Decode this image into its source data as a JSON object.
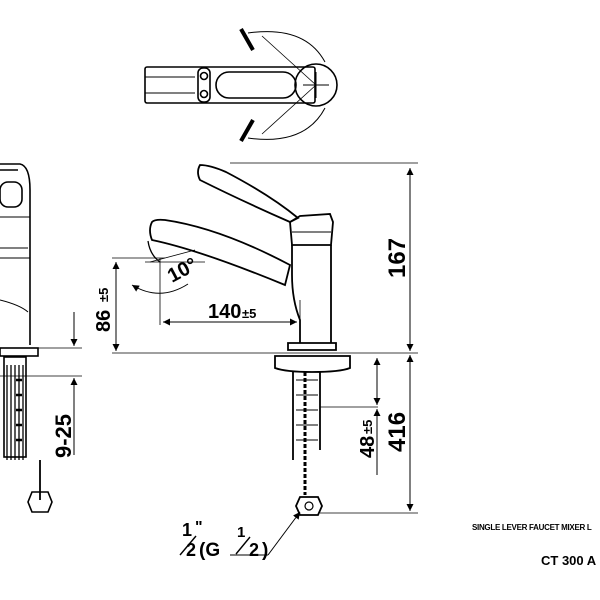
{
  "title": {
    "description": "SINGLE LEVER FAUCET MIXER L",
    "model": "CT 300 A"
  },
  "dimensions": {
    "total_height": "167",
    "overall_height": "416",
    "spout_reach": "140",
    "spout_reach_tol": "±5",
    "spout_height": "86",
    "spout_height_tol": "±5",
    "thread_length": "48",
    "thread_length_tol": "±5",
    "counter_thickness": "9-25",
    "angle": "10°"
  },
  "connection": {
    "size_num": "1",
    "size_den": "2",
    "size_inch": "\"",
    "thread_prefix": "(G",
    "thread_num": "1",
    "thread_den": "2",
    "thread_suffix": ")"
  }
}
